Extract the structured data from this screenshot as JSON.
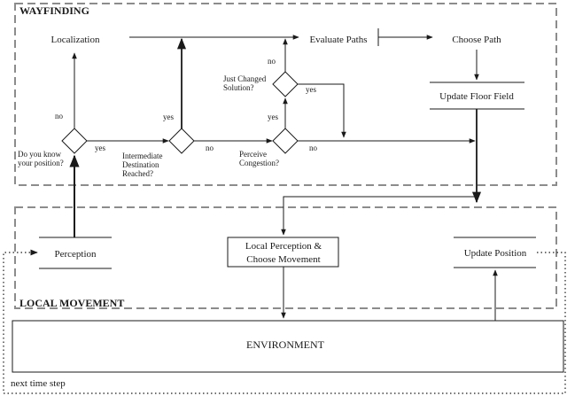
{
  "regions": {
    "wayfinding": "WAYFINDING",
    "local_movement": "LOCAL MOVEMENT"
  },
  "nodes": {
    "localization": "Localization",
    "evaluate_paths": "Evaluate Paths",
    "choose_path": "Choose Path",
    "update_floor_field": "Update Floor Field",
    "perception": "Perception",
    "local_perception_line1": "Local  Perception &",
    "local_perception_line2": "Choose Movement",
    "update_position": "Update Position",
    "environment": "ENVIRONMENT"
  },
  "decisions": {
    "know_position_line1": "Do you know",
    "know_position_line2": "your position?",
    "intermediate_line1": "Intermediate",
    "intermediate_line2": "Destination",
    "intermediate_line3": "Reached?",
    "congestion_line1": "Perceive",
    "congestion_line2": "Congestion?",
    "changed_line1": "Just Changed",
    "changed_line2": "Solution?"
  },
  "edge_labels": {
    "no": "no",
    "yes": "yes"
  },
  "footer": {
    "next_time_step": "next time step"
  }
}
